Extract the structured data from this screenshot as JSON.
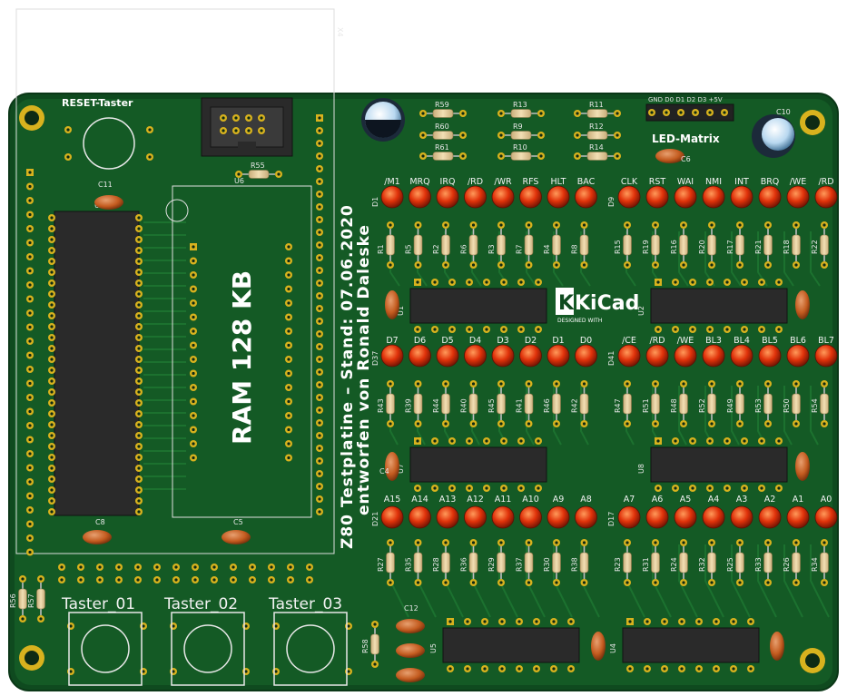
{
  "board": {
    "bg_color": "#0f4a1f",
    "copper_color": "#1b6a2a",
    "pad_color": "#d8b21e",
    "silk_color": "#f2f2f2",
    "led_color": "#e0320a",
    "resistor_color": "#e6cfa0",
    "cap_color": "#c45c20"
  },
  "labels": {
    "reset": "RESET-Taster",
    "led_matrix": "LED-Matrix",
    "ram": "RAM 128 KB",
    "title_line1": "Z80 Testplatine – Stand: 07.06.2020",
    "title_line2": "entworfen von Ronald Daleske",
    "taster1": "Taster_01",
    "taster2": "Taster_02",
    "taster3": "Taster_03",
    "kicad_logo": "KiCad",
    "kicad_sub": "DESIGNED WITH",
    "x4": "X4",
    "header_pins": "GND D0 D1 D2 D3 +5V"
  },
  "refs": {
    "top_res": [
      "R59",
      "R60",
      "R61",
      "R13",
      "R9",
      "R10",
      "R11",
      "R12",
      "R14",
      "R55",
      "R58",
      "R56",
      "R57"
    ],
    "caps": [
      "C11",
      "C8",
      "C5",
      "C6",
      "C10",
      "C4",
      "C12"
    ],
    "ics": [
      "U3",
      "U6",
      "U1",
      "U2",
      "U7",
      "U8",
      "U5",
      "U4"
    ],
    "diodes": [
      "D1",
      "D9",
      "D37",
      "D41",
      "D21",
      "D17"
    ],
    "row1_res": [
      "R1",
      "R5",
      "R2",
      "R6",
      "R3",
      "R7",
      "R4",
      "R8",
      "R15",
      "R19",
      "R16",
      "R20",
      "R17",
      "R21",
      "R18",
      "R22"
    ],
    "row2_res": [
      "R43",
      "R39",
      "R44",
      "R40",
      "R45",
      "R41",
      "R46",
      "R42",
      "R47",
      "R51",
      "R48",
      "R52",
      "R49",
      "R53",
      "R50",
      "R54"
    ],
    "row3_res": [
      "R27",
      "R35",
      "R28",
      "R36",
      "R29",
      "R37",
      "R30",
      "R38",
      "R23",
      "R31",
      "R24",
      "R32",
      "R25",
      "R33",
      "R26",
      "R34"
    ]
  },
  "led_rows": {
    "row1_left": [
      "/M1",
      "MRQ",
      "IRQ",
      "/RD",
      "/WR",
      "RFS",
      "HLT",
      "BAC"
    ],
    "row1_right": [
      "CLK",
      "RST",
      "WAI",
      "NMI",
      "INT",
      "BRQ",
      "/WE",
      "/RD"
    ],
    "row2_left": [
      "D7",
      "D6",
      "D5",
      "D4",
      "D3",
      "D2",
      "D1",
      "D0"
    ],
    "row2_right": [
      "/CE",
      "/RD",
      "/WE",
      "BL3",
      "BL4",
      "BL5",
      "BL6",
      "BL7"
    ],
    "row3_left": [
      "A15",
      "A14",
      "A13",
      "A12",
      "A11",
      "A10",
      "A9",
      "A8"
    ],
    "row3_right": [
      "A7",
      "A6",
      "A5",
      "A4",
      "A3",
      "A2",
      "A1",
      "A0"
    ]
  },
  "icons": [
    "mounting-hole-icon",
    "pin-header-icon",
    "tactile-switch-icon",
    "electrolytic-capacitor-icon",
    "kicad-logo-icon"
  ]
}
